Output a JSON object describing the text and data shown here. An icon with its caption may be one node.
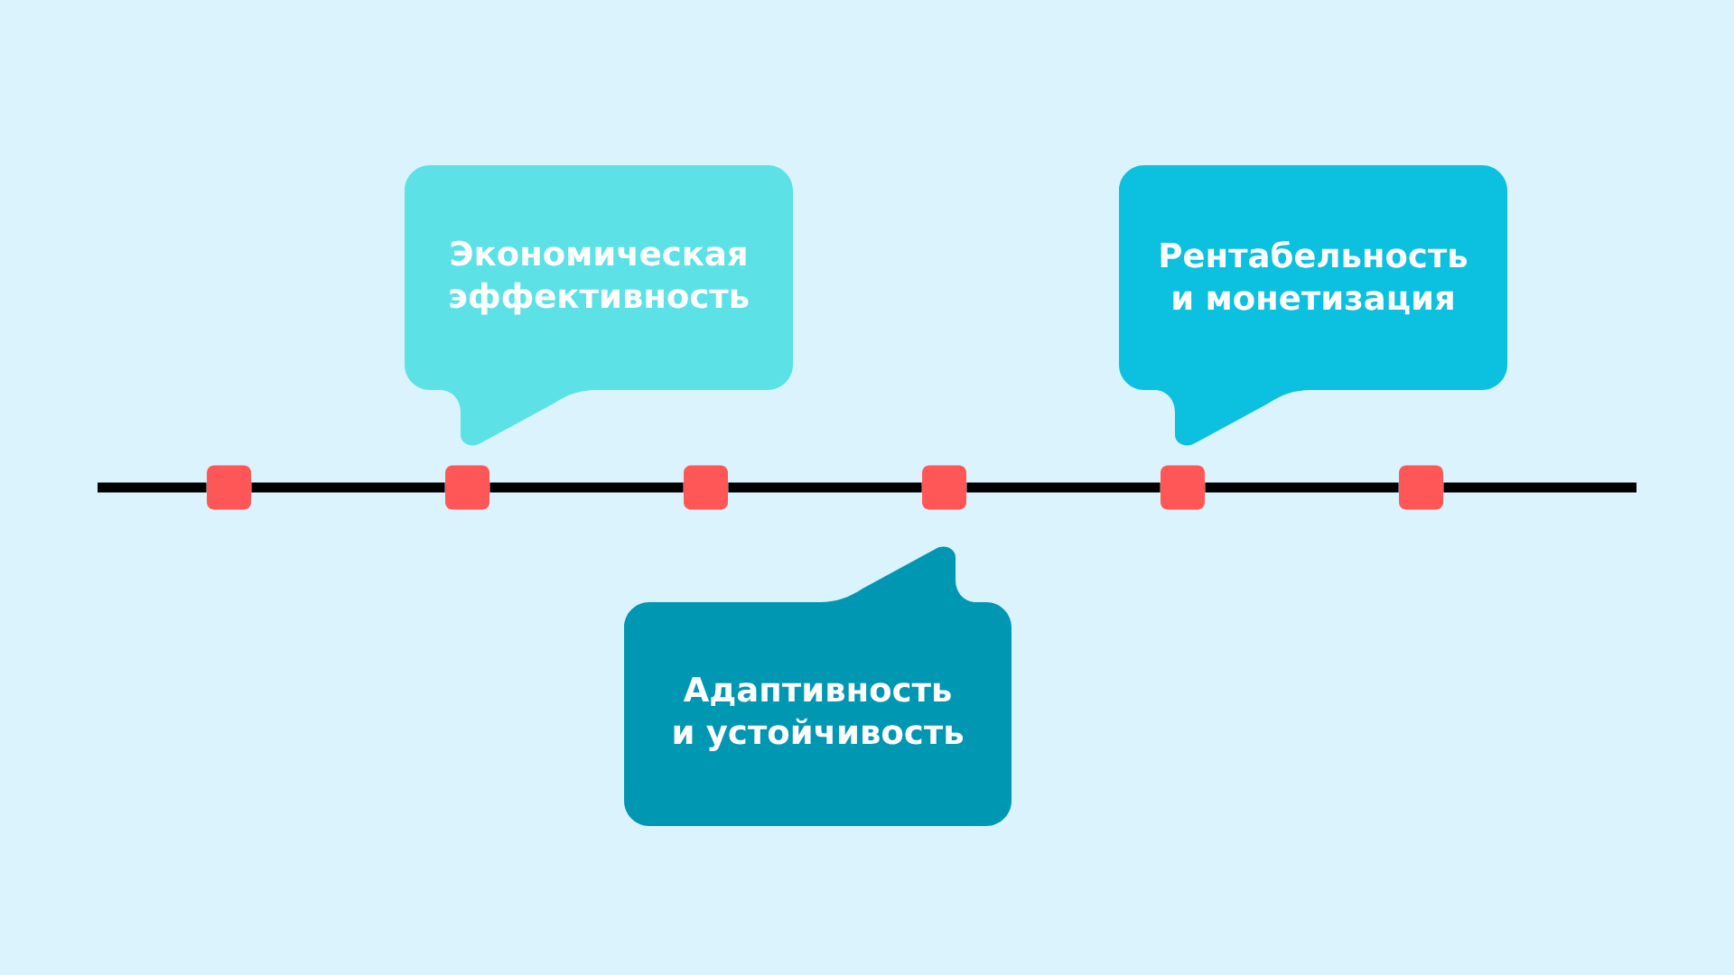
{
  "diagram": {
    "nodes": [
      {
        "text": [
          "Экономическая эффективность"
        ]
      },
      {
        "text": [
          "Рентабельность и монетизация"
        ]
      },
      {
        "text": [],
        "shape": "box"
      },
      {
        "text": [],
        "shape": "box"
      },
      {
        "text": [],
        "shape": "box"
      },
      {
        "text": [],
        "shape": "box"
      },
      {
        "text": [],
        "shape": "box"
      },
      {
        "text": [],
        "shape": "box"
      },
      {
        "text": [
          "Адаптивность и устойчивость"
        ]
      }
    ],
    "edges": [
      {
        "from": null,
        "to": 2,
        "arrow": "none"
      },
      {
        "from": 2,
        "to": 3,
        "arrow": "none"
      },
      {
        "from": 3,
        "to": 4,
        "arrow": "none"
      },
      {
        "from": 4,
        "to": 5,
        "arrow": "none"
      },
      {
        "from": 5,
        "to": 6,
        "arrow": "none"
      },
      {
        "from": 6,
        "to": 7,
        "arrow": "none"
      },
      {
        "from": 7,
        "to": null,
        "arrow": "none"
      }
    ]
  }
}
